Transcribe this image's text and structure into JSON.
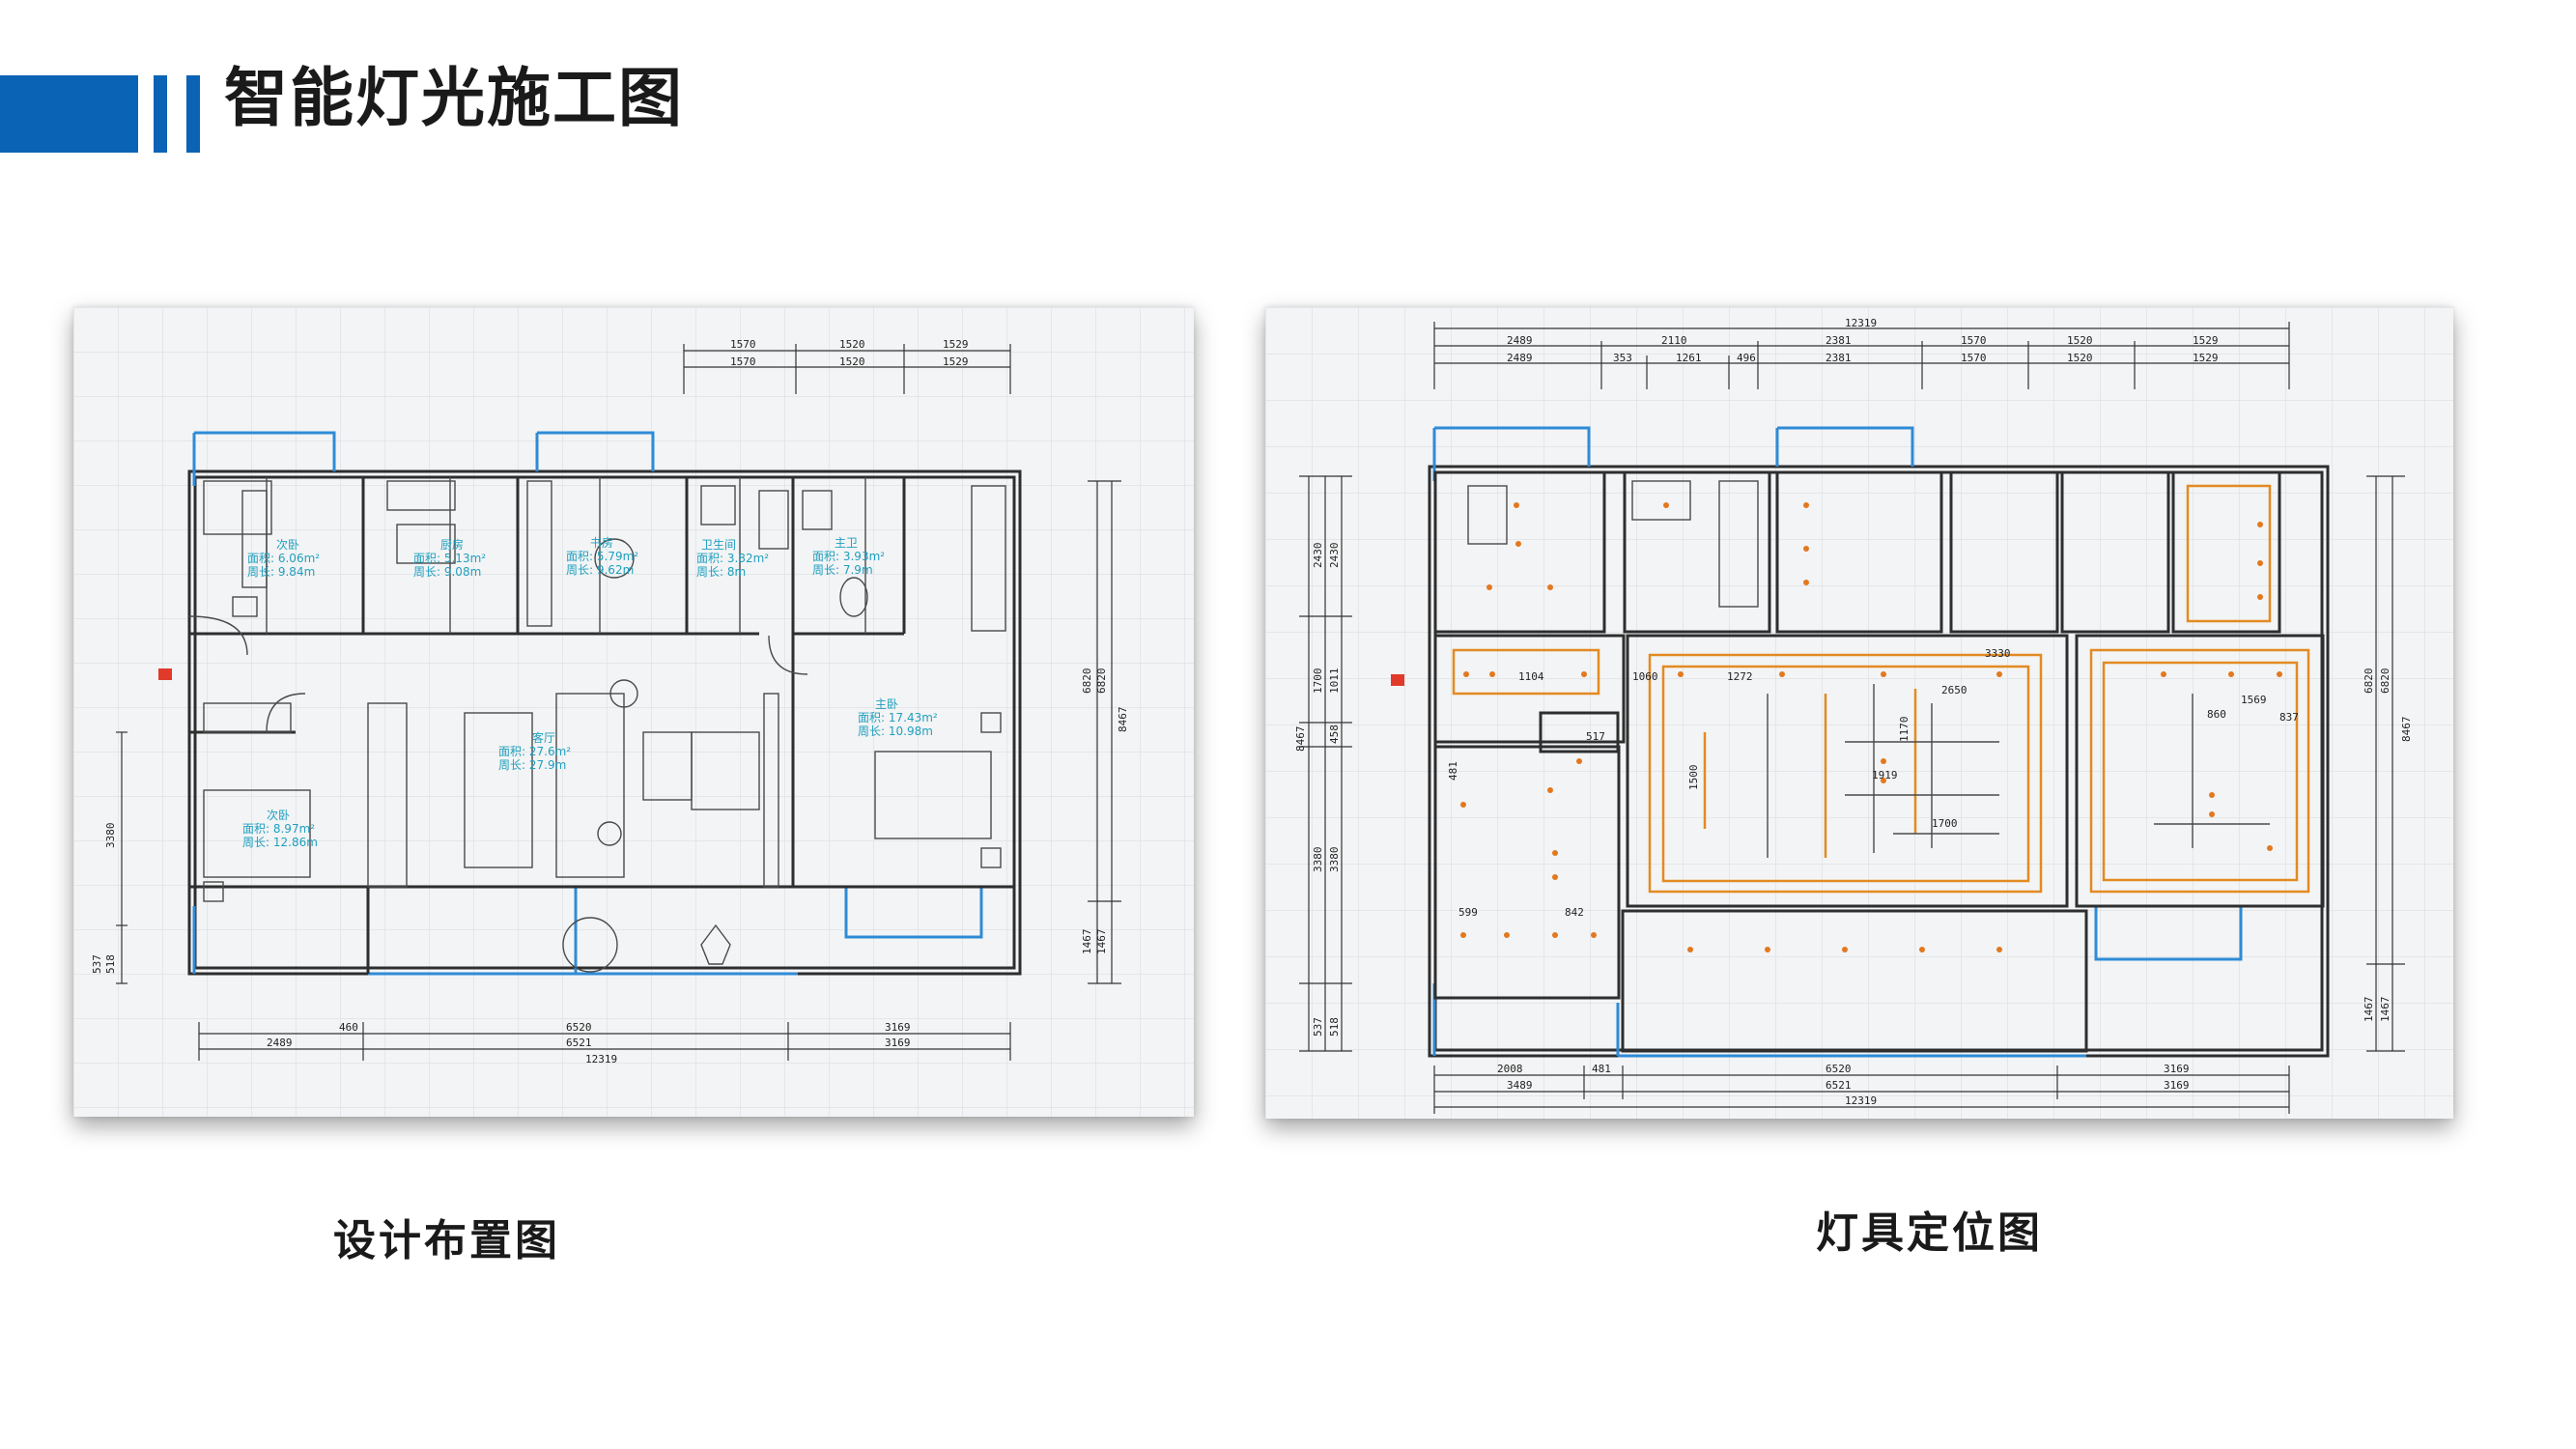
{
  "header": {
    "title": "智能灯光施工图"
  },
  "panels": {
    "left": {
      "caption": "设计布置图",
      "top_dims": [
        "1570",
        "1520",
        "1529"
      ],
      "top_dims_2": [
        "1570",
        "1520",
        "1529"
      ],
      "bottom_dims": [
        "460",
        "6520",
        "3169"
      ],
      "bottom_dims_2": [
        "2489",
        "6521",
        "3169"
      ],
      "bottom_total": "12319",
      "left_dims": [
        "3380",
        "537",
        "518"
      ],
      "right_dims": [
        "6820",
        "6820",
        "8467",
        "1467",
        "1467"
      ],
      "rooms": [
        {
          "name": "次卧",
          "area": "面积: 6.06m²",
          "perimeter": "周长: 9.84m"
        },
        {
          "name": "厨房",
          "area": "面积: 5.13m²",
          "perimeter": "周长: 9.08m"
        },
        {
          "name": "书房",
          "area": "面积: 5.79m²",
          "perimeter": "周长: 9.62m"
        },
        {
          "name": "卫生间",
          "area": "面积: 3.82m²",
          "perimeter": "周长: 8m"
        },
        {
          "name": "主卫",
          "area": "面积: 3.93m²",
          "perimeter": "周长: 7.9m"
        },
        {
          "name": "主卧",
          "area": "面积: 17.43m²",
          "perimeter": "周长: 10.98m"
        },
        {
          "name": "客厅",
          "area": "面积: 27.6m²",
          "perimeter": "周长: 27.9m"
        },
        {
          "name": "次卧",
          "area": "面积: 8.97m²",
          "perimeter": "周长: 12.86m"
        }
      ]
    },
    "right": {
      "caption": "灯具定位图",
      "top_total": "12319",
      "top_dims": [
        "2489",
        "2110",
        "2381",
        "1570",
        "1520",
        "1529"
      ],
      "top_dims_2": [
        "2489",
        "353",
        "1261",
        "496",
        "2381",
        "1570",
        "1520",
        "1529"
      ],
      "bottom_dims": [
        "2008",
        "481",
        "6520",
        "3169"
      ],
      "bottom_dims_2": [
        "3489",
        "6521",
        "3169"
      ],
      "bottom_total": "12319",
      "left_dims": [
        "2430",
        "2430",
        "1700",
        "1011",
        "458",
        "8467",
        "3380",
        "3380",
        "537",
        "518"
      ],
      "right_dims": [
        "6820",
        "6820",
        "8467",
        "1467",
        "1467"
      ],
      "inner_labels": [
        "1104",
        "1060",
        "1272",
        "3330",
        "2650",
        "1170",
        "1919",
        "1500",
        "1700",
        "1569",
        "860",
        "837",
        "599",
        "842",
        "481",
        "517"
      ]
    }
  }
}
